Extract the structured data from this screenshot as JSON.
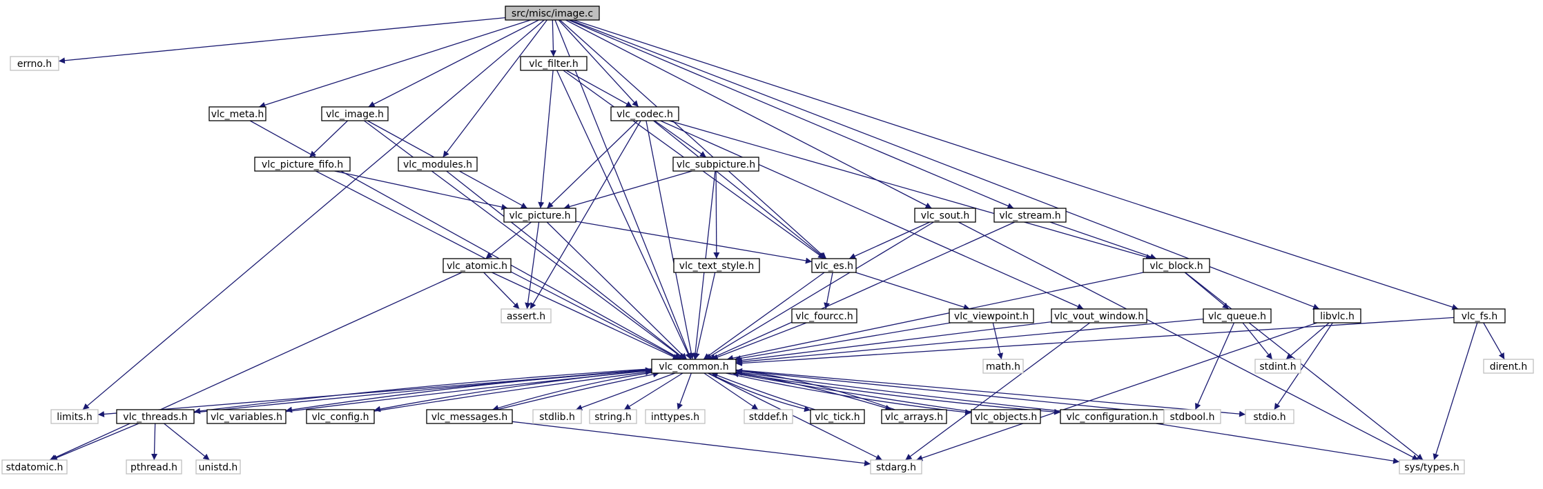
{
  "nodes": [
    {
      "id": "root",
      "label": "src/misc/image.c",
      "kind": "root"
    },
    {
      "id": "errno",
      "label": "errno.h",
      "kind": "sys"
    },
    {
      "id": "vlc_filter",
      "label": "vlc_filter.h",
      "kind": "normal"
    },
    {
      "id": "vlc_meta",
      "label": "vlc_meta.h",
      "kind": "normal"
    },
    {
      "id": "vlc_image",
      "label": "vlc_image.h",
      "kind": "normal"
    },
    {
      "id": "vlc_codec",
      "label": "vlc_codec.h",
      "kind": "normal"
    },
    {
      "id": "vlc_modules",
      "label": "vlc_modules.h",
      "kind": "normal"
    },
    {
      "id": "vlc_picture_fifo",
      "label": "vlc_picture_fifo.h",
      "kind": "normal"
    },
    {
      "id": "vlc_subpicture",
      "label": "vlc_subpicture.h",
      "kind": "normal"
    },
    {
      "id": "vlc_picture",
      "label": "vlc_picture.h",
      "kind": "normal"
    },
    {
      "id": "vlc_sout",
      "label": "vlc_sout.h",
      "kind": "normal"
    },
    {
      "id": "vlc_stream",
      "label": "vlc_stream.h",
      "kind": "normal"
    },
    {
      "id": "vlc_atomic",
      "label": "vlc_atomic.h",
      "kind": "normal"
    },
    {
      "id": "vlc_text_style",
      "label": "vlc_text_style.h",
      "kind": "normal"
    },
    {
      "id": "vlc_es",
      "label": "vlc_es.h",
      "kind": "normal"
    },
    {
      "id": "vlc_block",
      "label": "vlc_block.h",
      "kind": "normal"
    },
    {
      "id": "assert",
      "label": "assert.h",
      "kind": "sys"
    },
    {
      "id": "vlc_fourcc",
      "label": "vlc_fourcc.h",
      "kind": "normal"
    },
    {
      "id": "vlc_viewpoint",
      "label": "vlc_viewpoint.h",
      "kind": "normal"
    },
    {
      "id": "vlc_vout_window",
      "label": "vlc_vout_window.h",
      "kind": "normal"
    },
    {
      "id": "vlc_queue",
      "label": "vlc_queue.h",
      "kind": "normal"
    },
    {
      "id": "libvlc",
      "label": "libvlc.h",
      "kind": "normal"
    },
    {
      "id": "vlc_fs",
      "label": "vlc_fs.h",
      "kind": "normal"
    },
    {
      "id": "math",
      "label": "math.h",
      "kind": "sys"
    },
    {
      "id": "stdint",
      "label": "stdint.h",
      "kind": "sys"
    },
    {
      "id": "dirent",
      "label": "dirent.h",
      "kind": "sys"
    },
    {
      "id": "vlc_common",
      "label": "vlc_common.h",
      "kind": "normal"
    },
    {
      "id": "limits",
      "label": "limits.h",
      "kind": "sys"
    },
    {
      "id": "vlc_threads",
      "label": "vlc_threads.h",
      "kind": "normal"
    },
    {
      "id": "vlc_variables",
      "label": "vlc_variables.h",
      "kind": "normal"
    },
    {
      "id": "vlc_config",
      "label": "vlc_config.h",
      "kind": "normal"
    },
    {
      "id": "vlc_messages",
      "label": "vlc_messages.h",
      "kind": "normal"
    },
    {
      "id": "stdlib",
      "label": "stdlib.h",
      "kind": "sys"
    },
    {
      "id": "string",
      "label": "string.h",
      "kind": "sys"
    },
    {
      "id": "inttypes",
      "label": "inttypes.h",
      "kind": "sys"
    },
    {
      "id": "stddef",
      "label": "stddef.h",
      "kind": "sys"
    },
    {
      "id": "vlc_tick",
      "label": "vlc_tick.h",
      "kind": "normal"
    },
    {
      "id": "vlc_arrays",
      "label": "vlc_arrays.h",
      "kind": "normal"
    },
    {
      "id": "vlc_objects",
      "label": "vlc_objects.h",
      "kind": "normal"
    },
    {
      "id": "vlc_configuration",
      "label": "vlc_configuration.h",
      "kind": "normal"
    },
    {
      "id": "stdbool",
      "label": "stdbool.h",
      "kind": "sys"
    },
    {
      "id": "stdio",
      "label": "stdio.h",
      "kind": "sys"
    },
    {
      "id": "stdatomic",
      "label": "stdatomic.h",
      "kind": "sys"
    },
    {
      "id": "pthread",
      "label": "pthread.h",
      "kind": "sys"
    },
    {
      "id": "unistd",
      "label": "unistd.h",
      "kind": "sys"
    },
    {
      "id": "stdarg",
      "label": "stdarg.h",
      "kind": "sys"
    },
    {
      "id": "sys_types",
      "label": "sys/types.h",
      "kind": "sys"
    }
  ],
  "edges": [
    [
      "root",
      "errno"
    ],
    [
      "root",
      "vlc_filter"
    ],
    [
      "root",
      "vlc_meta"
    ],
    [
      "root",
      "vlc_image"
    ],
    [
      "root",
      "vlc_codec"
    ],
    [
      "root",
      "vlc_modules"
    ],
    [
      "root",
      "vlc_es"
    ],
    [
      "root",
      "vlc_sout"
    ],
    [
      "root",
      "vlc_stream"
    ],
    [
      "root",
      "libvlc"
    ],
    [
      "root",
      "vlc_fs"
    ],
    [
      "root",
      "vlc_common"
    ],
    [
      "root",
      "limits"
    ],
    [
      "vlc_filter",
      "vlc_codec"
    ],
    [
      "vlc_filter",
      "vlc_picture"
    ],
    [
      "vlc_filter",
      "vlc_es"
    ],
    [
      "vlc_filter",
      "vlc_common"
    ],
    [
      "vlc_meta",
      "vlc_common"
    ],
    [
      "vlc_image",
      "vlc_picture_fifo"
    ],
    [
      "vlc_image",
      "vlc_picture"
    ],
    [
      "vlc_image",
      "vlc_common"
    ],
    [
      "vlc_codec",
      "vlc_subpicture"
    ],
    [
      "vlc_codec",
      "vlc_picture"
    ],
    [
      "vlc_codec",
      "assert"
    ],
    [
      "vlc_codec",
      "vlc_es"
    ],
    [
      "vlc_codec",
      "vlc_common"
    ],
    [
      "vlc_codec",
      "vlc_block"
    ],
    [
      "vlc_codec",
      "vlc_vout_window"
    ],
    [
      "vlc_modules",
      "vlc_common"
    ],
    [
      "vlc_picture_fifo",
      "vlc_picture"
    ],
    [
      "vlc_picture_fifo",
      "vlc_common"
    ],
    [
      "vlc_subpicture",
      "vlc_picture"
    ],
    [
      "vlc_subpicture",
      "vlc_text_style"
    ],
    [
      "vlc_subpicture",
      "vlc_common"
    ],
    [
      "vlc_picture",
      "vlc_atomic"
    ],
    [
      "vlc_picture",
      "assert"
    ],
    [
      "vlc_picture",
      "vlc_es"
    ],
    [
      "vlc_picture",
      "vlc_common"
    ],
    [
      "vlc_sout",
      "vlc_es"
    ],
    [
      "vlc_sout",
      "vlc_common"
    ],
    [
      "vlc_sout",
      "sys_types"
    ],
    [
      "vlc_stream",
      "vlc_block"
    ],
    [
      "vlc_stream",
      "vlc_common"
    ],
    [
      "vlc_atomic",
      "assert"
    ],
    [
      "vlc_atomic",
      "vlc_common"
    ],
    [
      "vlc_atomic",
      "stdatomic"
    ],
    [
      "vlc_text_style",
      "vlc_common"
    ],
    [
      "vlc_es",
      "vlc_fourcc"
    ],
    [
      "vlc_es",
      "vlc_viewpoint"
    ],
    [
      "vlc_es",
      "vlc_common"
    ],
    [
      "vlc_block",
      "vlc_queue"
    ],
    [
      "vlc_block",
      "vlc_common"
    ],
    [
      "vlc_block",
      "sys_types"
    ],
    [
      "vlc_fourcc",
      "vlc_common"
    ],
    [
      "vlc_viewpoint",
      "math"
    ],
    [
      "vlc_viewpoint",
      "vlc_common"
    ],
    [
      "vlc_vout_window",
      "vlc_common"
    ],
    [
      "vlc_vout_window",
      "stdarg"
    ],
    [
      "vlc_queue",
      "vlc_common"
    ],
    [
      "vlc_queue",
      "stdint"
    ],
    [
      "vlc_queue",
      "stdbool"
    ],
    [
      "libvlc",
      "stdint"
    ],
    [
      "libvlc",
      "stdio"
    ],
    [
      "libvlc",
      "stdarg"
    ],
    [
      "vlc_fs",
      "vlc_common"
    ],
    [
      "vlc_fs",
      "dirent"
    ],
    [
      "vlc_fs",
      "sys_types"
    ],
    [
      "vlc_common",
      "limits"
    ],
    [
      "vlc_common",
      "vlc_threads"
    ],
    [
      "vlc_common",
      "vlc_variables"
    ],
    [
      "vlc_common",
      "vlc_config"
    ],
    [
      "vlc_common",
      "vlc_messages"
    ],
    [
      "vlc_common",
      "stdlib"
    ],
    [
      "vlc_common",
      "string"
    ],
    [
      "vlc_common",
      "inttypes"
    ],
    [
      "vlc_common",
      "stddef"
    ],
    [
      "vlc_common",
      "vlc_tick"
    ],
    [
      "vlc_common",
      "vlc_arrays"
    ],
    [
      "vlc_common",
      "vlc_objects"
    ],
    [
      "vlc_common",
      "vlc_configuration"
    ],
    [
      "vlc_common",
      "stdbool"
    ],
    [
      "vlc_common",
      "stdio"
    ],
    [
      "vlc_common",
      "stdarg"
    ],
    [
      "vlc_threads",
      "vlc_common"
    ],
    [
      "vlc_threads",
      "stdatomic"
    ],
    [
      "vlc_threads",
      "pthread"
    ],
    [
      "vlc_threads",
      "unistd"
    ],
    [
      "vlc_variables",
      "vlc_common"
    ],
    [
      "vlc_config",
      "vlc_common"
    ],
    [
      "vlc_messages",
      "vlc_common"
    ],
    [
      "vlc_messages",
      "stdarg"
    ],
    [
      "vlc_tick",
      "vlc_common"
    ],
    [
      "vlc_arrays",
      "vlc_common"
    ],
    [
      "vlc_objects",
      "vlc_common"
    ],
    [
      "vlc_configuration",
      "vlc_common"
    ],
    [
      "vlc_configuration",
      "sys_types"
    ]
  ]
}
